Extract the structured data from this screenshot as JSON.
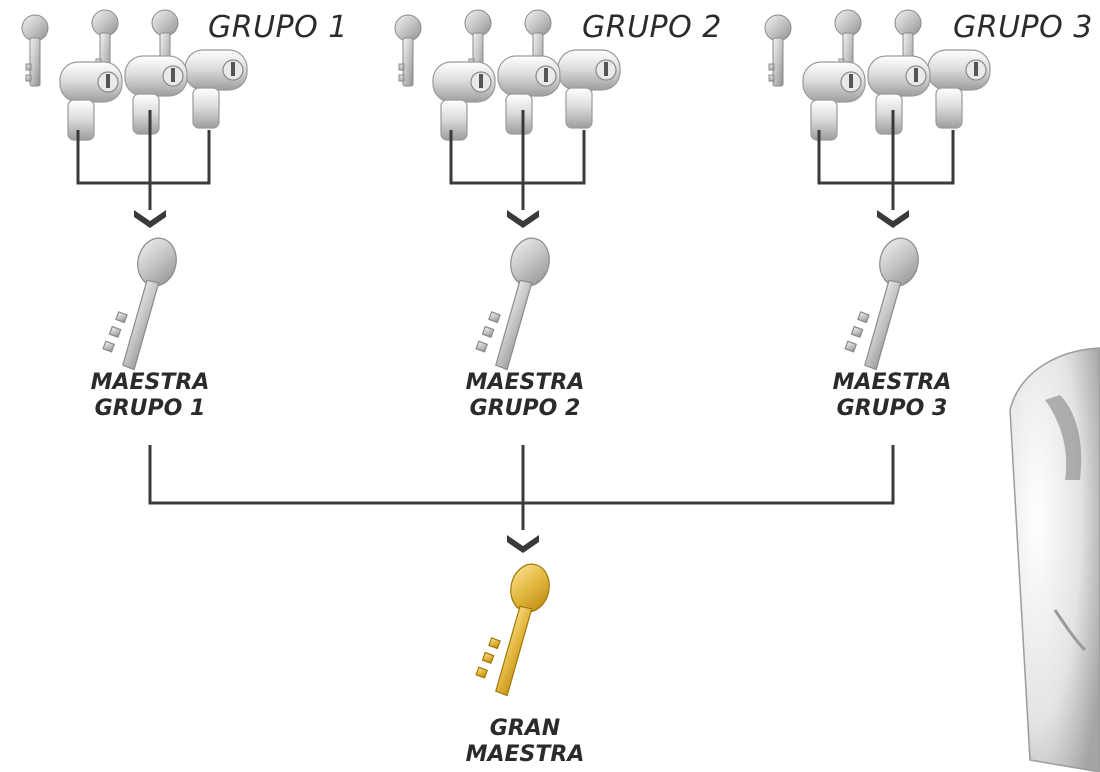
{
  "groups": [
    {
      "title": "GRUPO 1",
      "master_line1": "MAESTRA",
      "master_line2": "GRUPO 1"
    },
    {
      "title": "GRUPO 2",
      "master_line1": "MAESTRA",
      "master_line2": "GRUPO 2"
    },
    {
      "title": "GRUPO 3",
      "master_line1": "MAESTRA",
      "master_line2": "GRUPO 3"
    }
  ],
  "grand_master": {
    "line1": "GRAN",
    "line2": "MAESTRA"
  },
  "colors": {
    "line": "#3a3a3a",
    "silver_key": "#c9c9c9",
    "gold_key": "#e8c04a",
    "text": "#2b2b2b"
  }
}
